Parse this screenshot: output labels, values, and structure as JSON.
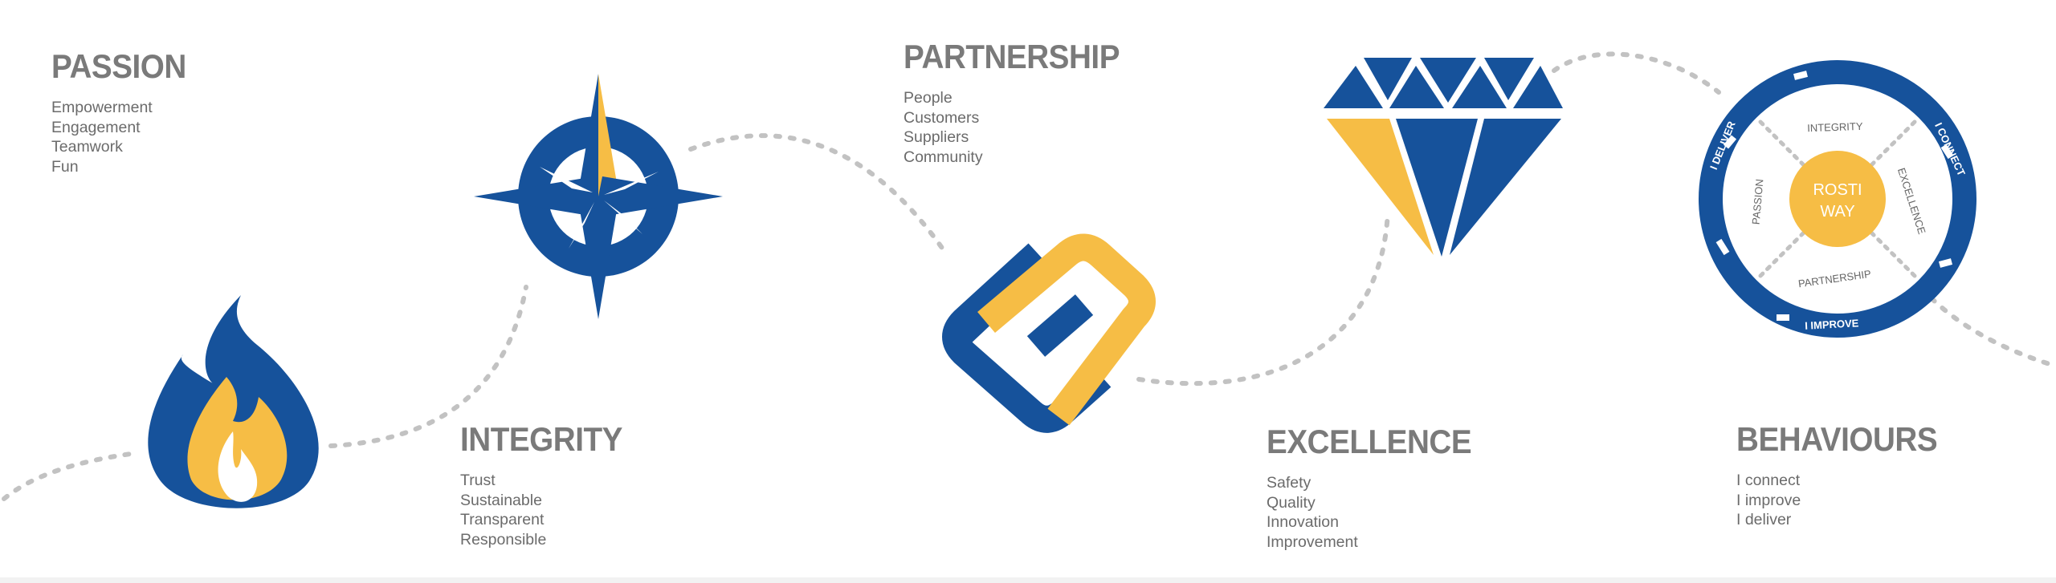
{
  "colors": {
    "blue": "#16529b",
    "yellow": "#f6bd45",
    "heading": "#7a7a7a",
    "text": "#6b6b6b",
    "path": "#c2c2c2"
  },
  "values": [
    {
      "key": "passion",
      "icon": "flame-icon",
      "title": "PASSION",
      "items": [
        "Empowerment",
        "Engagement",
        "Teamwork",
        "Fun"
      ]
    },
    {
      "key": "integrity",
      "icon": "compass-icon",
      "title": "INTEGRITY",
      "items": [
        "Trust",
        "Sustainable",
        "Transparent",
        "Responsible"
      ]
    },
    {
      "key": "partnership",
      "icon": "chain-link-icon",
      "title": "PARTNERSHIP",
      "items": [
        "People",
        "Customers",
        "Suppliers",
        "Community"
      ]
    },
    {
      "key": "excellence",
      "icon": "diamond-icon",
      "title": "EXCELLENCE",
      "items": [
        "Safety",
        "Quality",
        "Innovation",
        "Improvement"
      ]
    },
    {
      "key": "behaviours",
      "icon": "rosti-way-wheel-icon",
      "title": "BEHAVIOURS",
      "items": [
        "I connect",
        "I improve",
        "I deliver"
      ]
    }
  ],
  "wheel": {
    "center_line1": "ROSTI",
    "center_line2": "WAY",
    "outer_labels": [
      "I DELIVER",
      "I CONNECT",
      "I IMPROVE"
    ],
    "inner_labels": [
      "INTEGRITY",
      "EXCELLENCE",
      "PARTNERSHIP",
      "PASSION"
    ]
  }
}
